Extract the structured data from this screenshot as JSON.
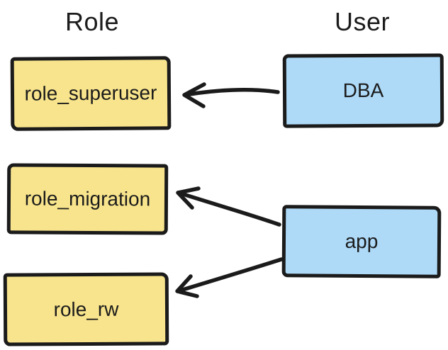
{
  "diagram": {
    "columns": [
      {
        "title": "Role"
      },
      {
        "title": "User"
      }
    ],
    "roles": [
      {
        "id": "role_superuser",
        "label": "role_superuser"
      },
      {
        "id": "role_migration",
        "label": "role_migration"
      },
      {
        "id": "role_rw",
        "label": "role_rw"
      }
    ],
    "users": [
      {
        "id": "DBA",
        "label": "DBA"
      },
      {
        "id": "app",
        "label": "app"
      }
    ],
    "edges": [
      {
        "from": "DBA",
        "to": "role_superuser"
      },
      {
        "from": "app",
        "to": "role_migration"
      },
      {
        "from": "app",
        "to": "role_rw"
      }
    ],
    "colors": {
      "role_fill": "#F8E48C",
      "user_fill": "#AEDAF8",
      "stroke": "#1B1B1B",
      "text": "#1B1B1B",
      "background": "#FFFFFF"
    }
  }
}
